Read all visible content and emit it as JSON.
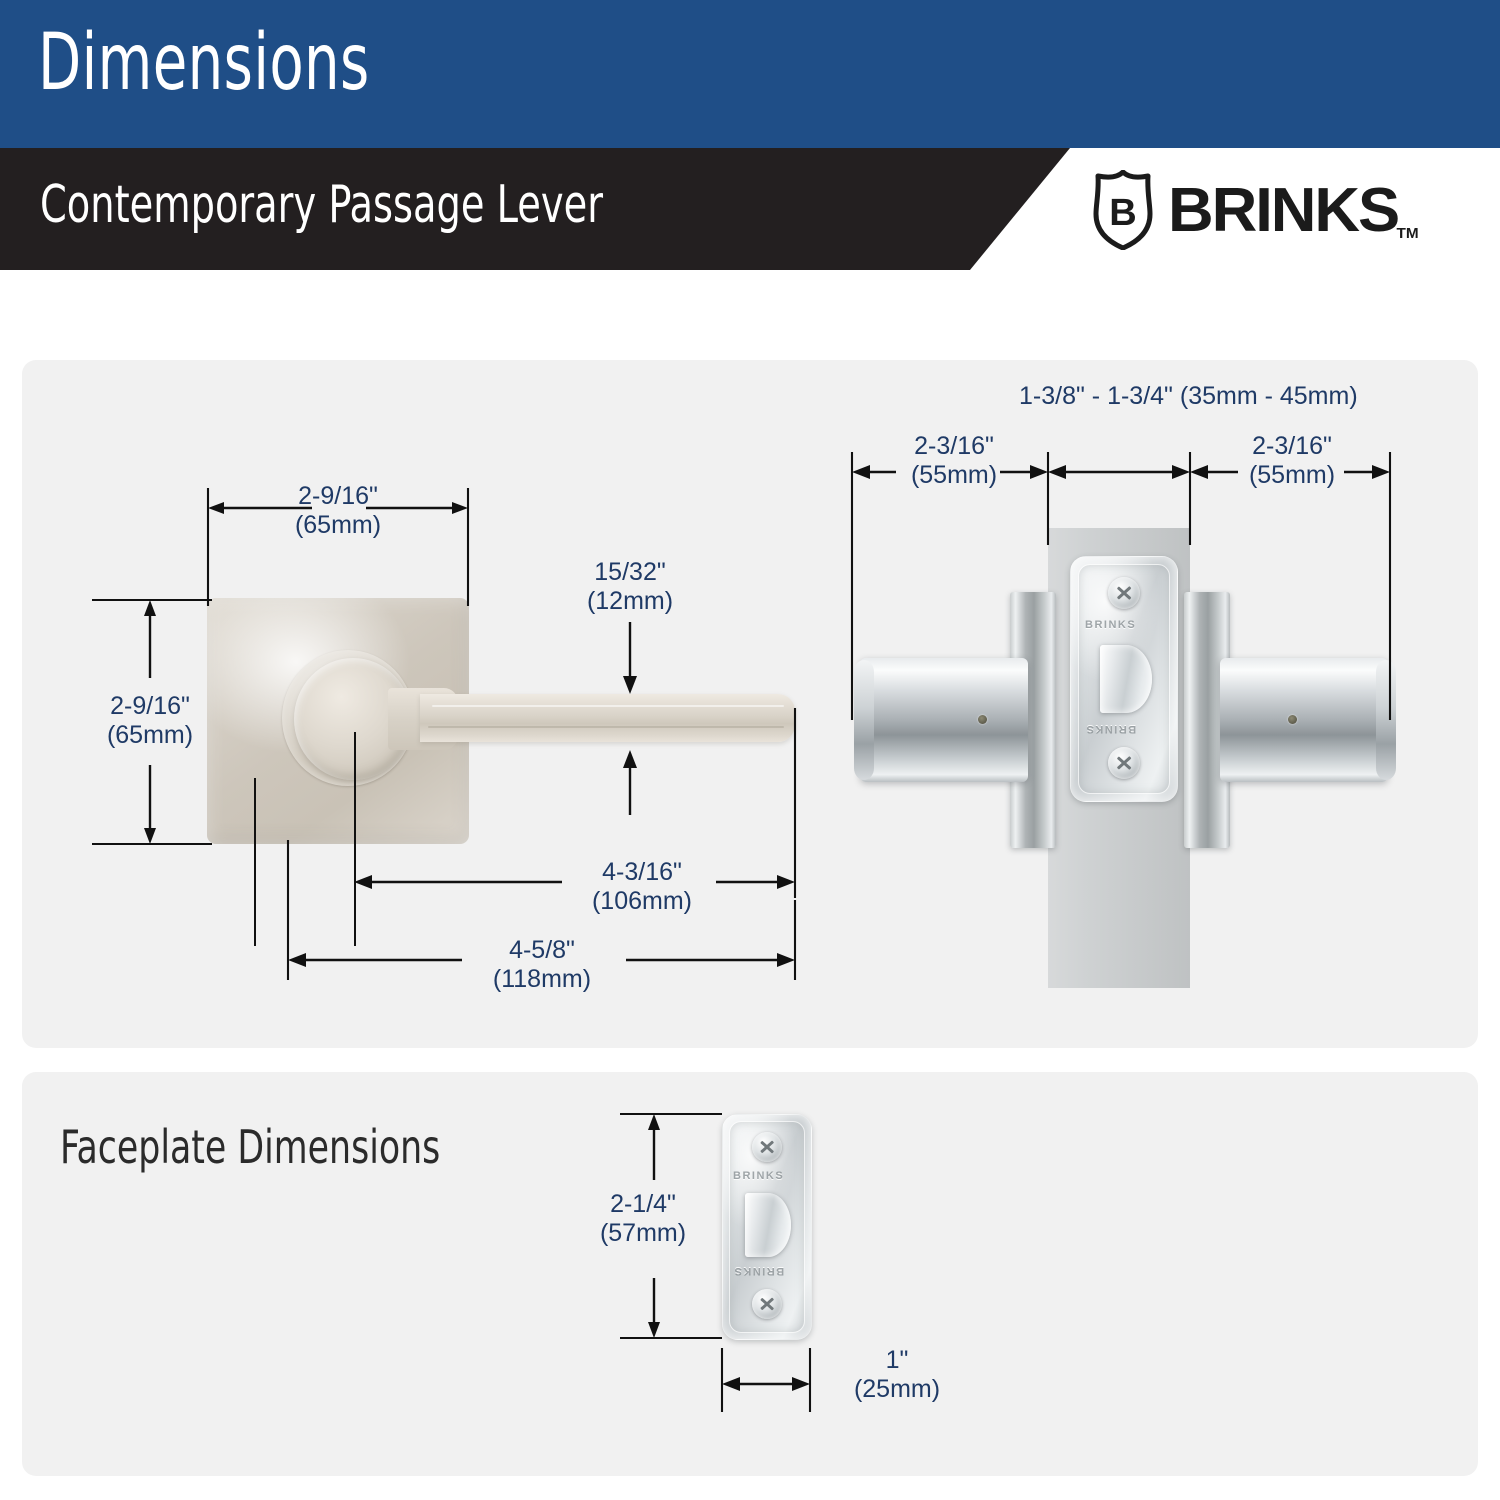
{
  "header": {
    "title": "Dimensions",
    "subtitle": "Contemporary Passage Lever",
    "brand": "BRINKS",
    "brand_shield_letter": "B",
    "brand_tm": "TM"
  },
  "main_panel": {
    "lever_view": {
      "width_label": "2-9/16\"\n(65mm)",
      "height_label": "2-9/16\"\n(65mm)",
      "lever_thickness_label": "15/32\"\n(12mm)",
      "projection_label": "4-3/16\"\n(106mm)",
      "total_length_label": "4-5/8\"\n(118mm)"
    },
    "door_view": {
      "door_thickness_label": "1-3/8\" - 1-3/4\"\n(35mm - 45mm)",
      "left_projection_label": "2-3/16\"\n(55mm)",
      "right_projection_label": "2-3/16\"\n(55mm)",
      "emboss_top": "BRINKS",
      "emboss_bottom": "BRINKS"
    }
  },
  "faceplate_panel": {
    "title": "Faceplate Dimensions",
    "height_label": "2-1/4\"\n(57mm)",
    "width_label": "1\"\n(25mm)",
    "emboss_top": "BRINKS",
    "emboss_bottom": "BRINKS"
  },
  "colors": {
    "header_blue": "#1F4E87",
    "header_black": "#231F20",
    "panel_gray": "#F1F1F1",
    "dimension_text": "#1F3A66",
    "line_black": "#111111"
  }
}
